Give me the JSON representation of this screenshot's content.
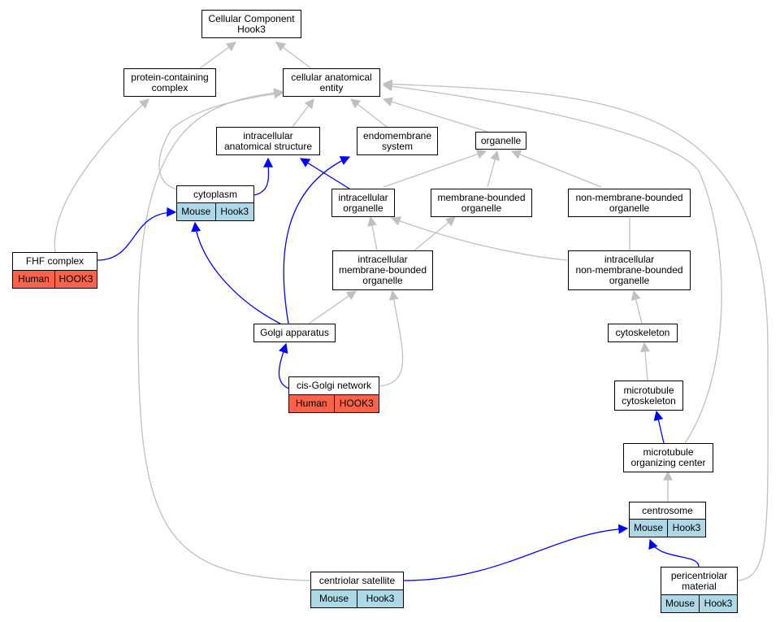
{
  "nodes": {
    "cellular_component": {
      "label": "Cellular Component\nHook3"
    },
    "protein_containing_complex": {
      "label": "protein-containing\ncomplex"
    },
    "cellular_anatomical_entity": {
      "label": "cellular anatomical\nentity"
    },
    "intracellular_anatomical_structure": {
      "label": "intracellular\nanatomical structure"
    },
    "endomembrane_system": {
      "label": "endomembrane\nsystem"
    },
    "organelle": {
      "label": "organelle"
    },
    "cytoplasm": {
      "label": "cytoplasm",
      "species": "Mouse",
      "gene": "Hook3"
    },
    "intracellular_organelle": {
      "label": "intracellular\norganelle"
    },
    "membrane_bounded_organelle": {
      "label": "membrane-bounded\norganelle"
    },
    "non_membrane_bounded_organelle": {
      "label": "non-membrane-bounded\norganelle"
    },
    "fhf_complex": {
      "label": "FHF complex",
      "species": "Human",
      "gene": "HOOK3"
    },
    "intracellular_membrane_bounded_organelle": {
      "label": "intracellular\nmembrane-bounded\norganelle"
    },
    "intracellular_non_membrane_bounded_organelle": {
      "label": "intracellular\nnon-membrane-bounded\norganelle"
    },
    "golgi_apparatus": {
      "label": "Golgi apparatus"
    },
    "cytoskeleton": {
      "label": "cytoskeleton"
    },
    "cis_golgi_network": {
      "label": "cis-Golgi network",
      "species": "Human",
      "gene": "HOOK3"
    },
    "microtubule_cytoskeleton": {
      "label": "microtubule\ncytoskeleton"
    },
    "microtubule_organizing_center": {
      "label": "microtubule\norganizing center"
    },
    "centrosome": {
      "label": "centrosome",
      "species": "Mouse",
      "gene": "Hook3"
    },
    "centriolar_satellite": {
      "label": "centriolar satellite",
      "species": "Mouse",
      "gene": "Hook3"
    },
    "pericentriolar_material": {
      "label": "pericentriolar\nmaterial",
      "species": "Mouse",
      "gene": "Hook3"
    }
  },
  "colors": {
    "edge_gray": "#c0c0c0",
    "edge_blue": "#0000ff",
    "mouse_cell": "#add8e6",
    "human_cell": "#fa634a"
  }
}
